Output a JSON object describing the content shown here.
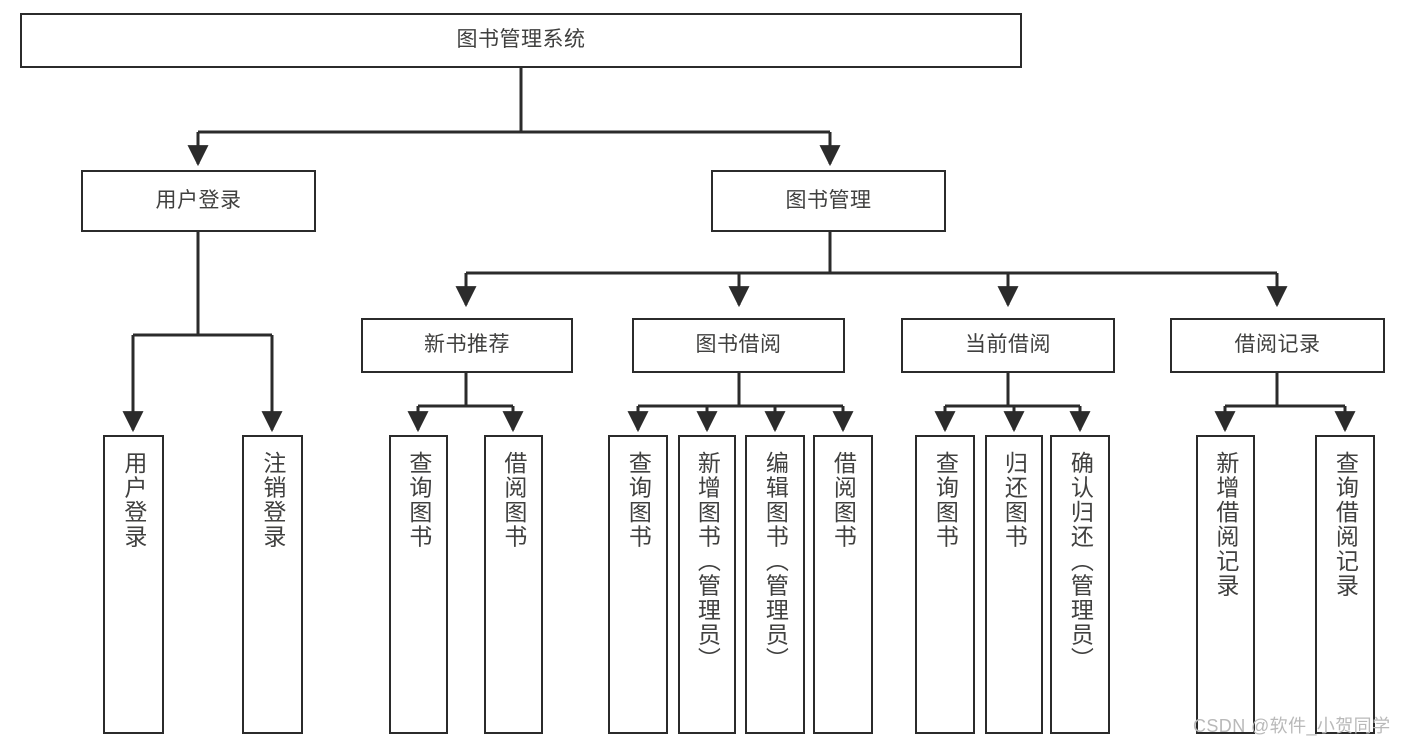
{
  "diagram": {
    "title_node": {
      "id": "root",
      "label": "图书管理系统"
    },
    "level2": [
      {
        "id": "user-login",
        "label": "用户登录"
      },
      {
        "id": "book-management",
        "label": "图书管理"
      }
    ],
    "level3": [
      {
        "id": "new-book-recommend",
        "label": "新书推荐"
      },
      {
        "id": "book-borrow",
        "label": "图书借阅"
      },
      {
        "id": "current-borrow",
        "label": "当前借阅"
      },
      {
        "id": "borrow-record",
        "label": "借阅记录"
      }
    ],
    "leaves": [
      {
        "id": "leaf-user-login",
        "label": "用户登录"
      },
      {
        "id": "leaf-logout-login",
        "label": "注销登录"
      },
      {
        "id": "leaf-query-book-1",
        "label": "查询图书"
      },
      {
        "id": "leaf-borrow-book-1",
        "label": "借阅图书"
      },
      {
        "id": "leaf-query-book-2",
        "label": "查询图书"
      },
      {
        "id": "leaf-add-book",
        "label": "新增图书（管理员）"
      },
      {
        "id": "leaf-edit-book",
        "label": "编辑图书（管理员）"
      },
      {
        "id": "leaf-borrow-book-2",
        "label": "借阅图书"
      },
      {
        "id": "leaf-query-book-3",
        "label": "查询图书"
      },
      {
        "id": "leaf-return-book",
        "label": "归还图书"
      },
      {
        "id": "leaf-confirm-return",
        "label": "确认归还（管理员）"
      },
      {
        "id": "leaf-add-borrow-record",
        "label": "新增借阅记录"
      },
      {
        "id": "leaf-query-borrow-record",
        "label": "查询借阅记录"
      }
    ],
    "watermark": "CSDN @软件_小贺同学",
    "colors": {
      "stroke": "#2b2b2b",
      "text": "#40403f",
      "background": "#ffffff",
      "watermark": "#b9b9b9"
    }
  }
}
